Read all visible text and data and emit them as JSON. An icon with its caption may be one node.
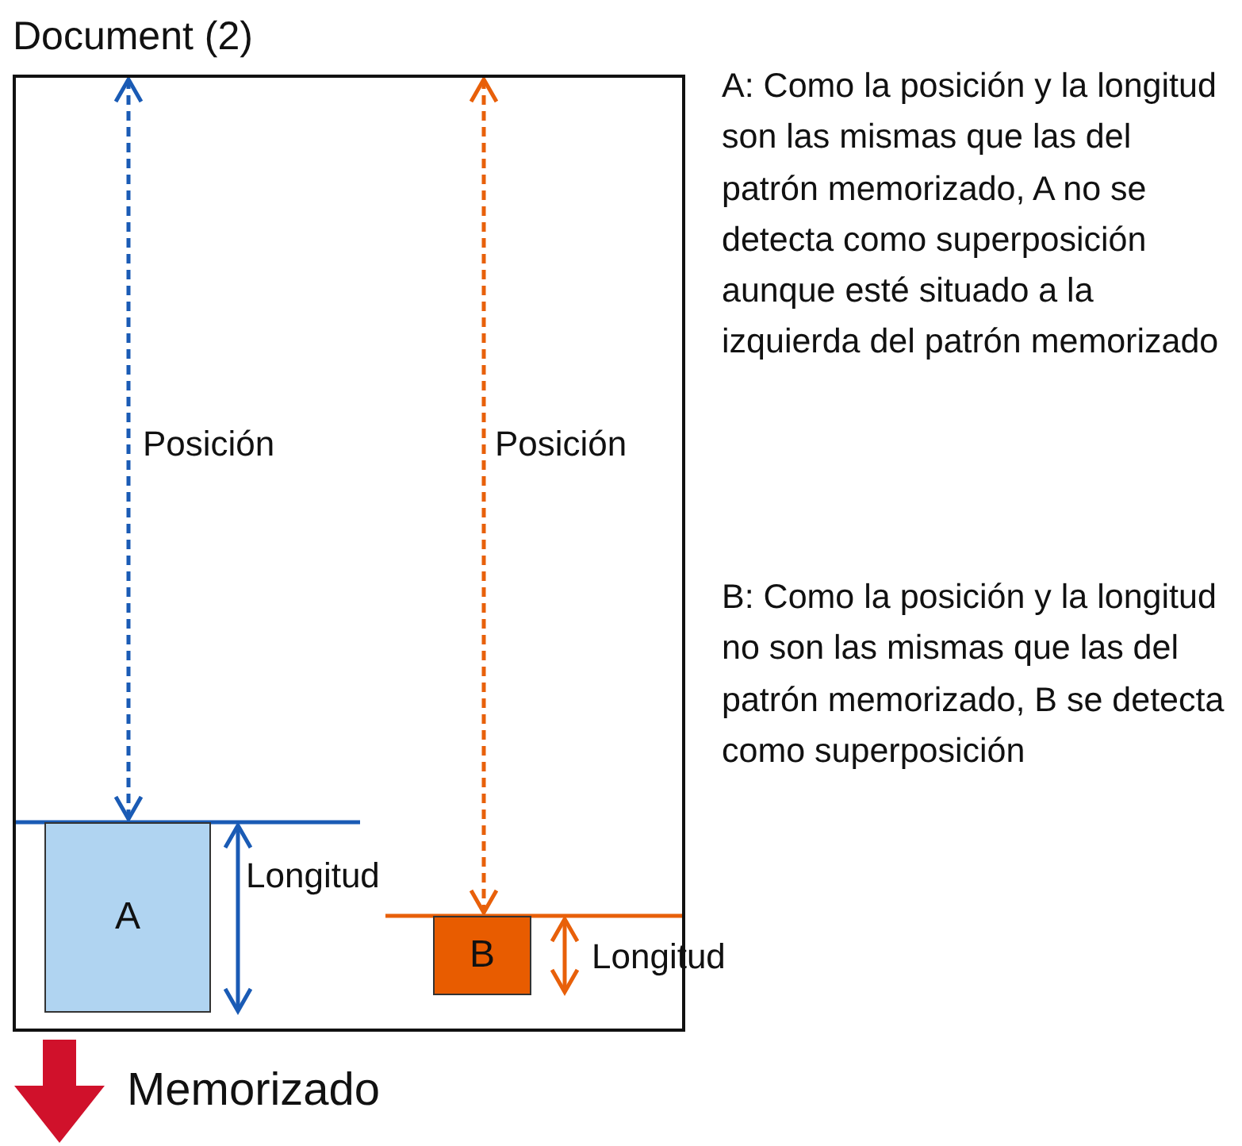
{
  "diagram": {
    "nodes": [
      {
        "text": [
          "Document (2)"
        ]
      },
      {
        "text": [
          "A"
        ],
        "in": 0
      },
      {
        "text": [
          "B"
        ],
        "in": 0
      }
    ],
    "labels": [
      "Posición",
      "Posición",
      "Longitud",
      "Longitud",
      "A: Como la posición y la longitud son las mismas que las del patrón memorizado, A no se detecta como superposición aunque esté situado a la izquierda del patrón memorizado",
      "B: Como la posición y la longitud no son las mismas que las del patrón memorizado, B se detecta como superposición",
      "Memorizado"
    ]
  }
}
